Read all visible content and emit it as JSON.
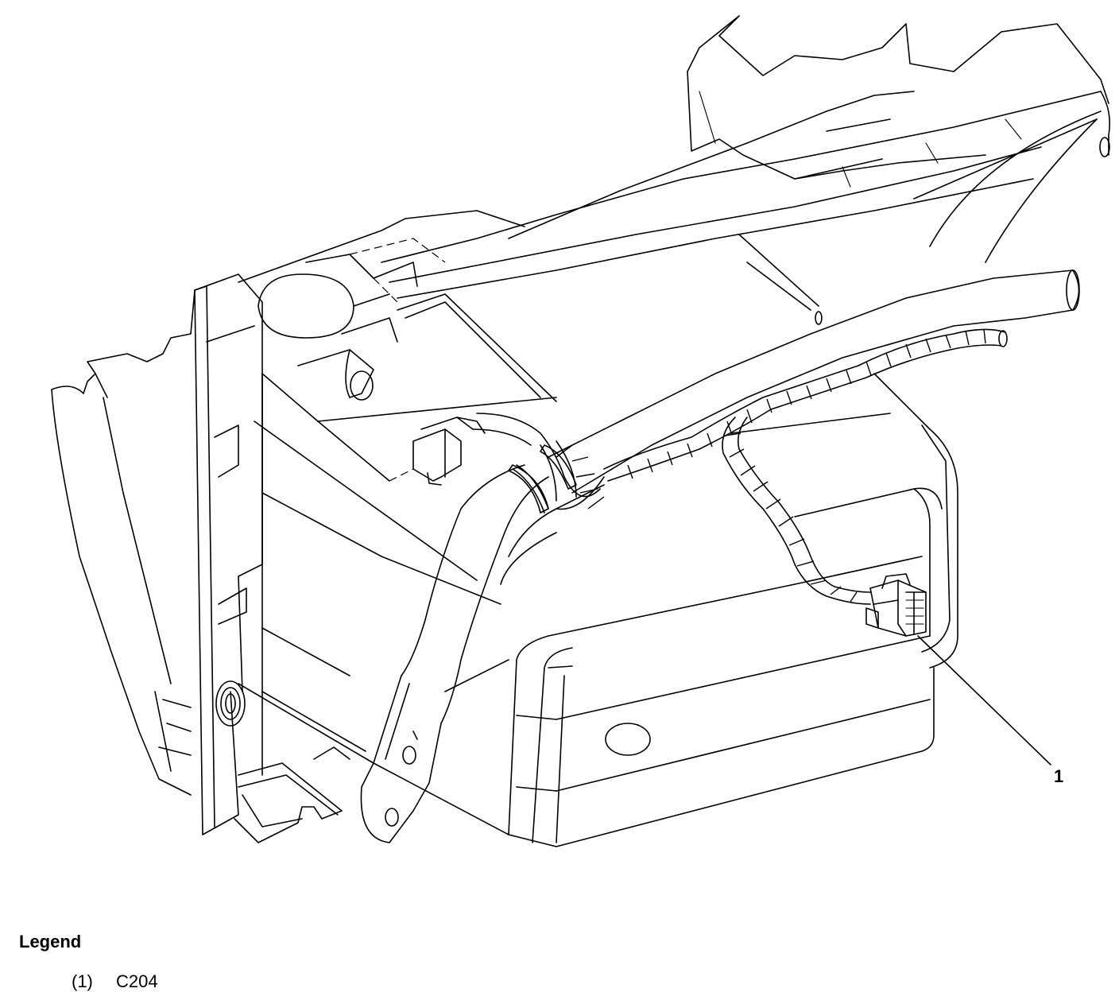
{
  "diagram": {
    "callouts": [
      {
        "id": "1",
        "label": "1"
      }
    ]
  },
  "legend": {
    "title": "Legend",
    "items": [
      {
        "number": "(1)",
        "text": "C204"
      }
    ]
  }
}
